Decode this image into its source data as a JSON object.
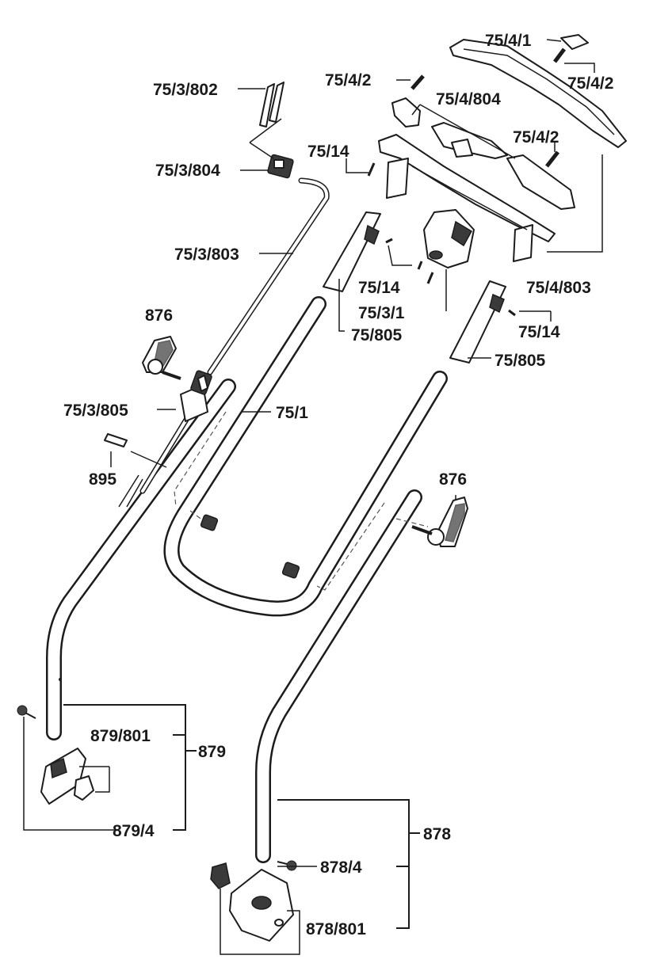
{
  "labels": {
    "p75_4_1": "75/4/1",
    "p75_4_2_a": "75/4/2",
    "p75_4_2_b": "75/4/2",
    "p75_4_2_c": "75/4/2",
    "p75_3_802": "75/3/802",
    "p75_4_804": "75/4/804",
    "p75_14_a": "75/14",
    "p75_3_804": "75/3/804",
    "p75_3_803": "75/3/803",
    "p75_4_803": "75/4/803",
    "p75_14_b": "75/14",
    "p75_3_1": "75/3/1",
    "p75_14_c": "75/14",
    "p75_805_a": "75/805",
    "p75_805_b": "75/805",
    "p876_a": "876",
    "p75_3_805": "75/3/805",
    "p75_1": "75/1",
    "p895": "895",
    "p876_b": "876",
    "p879_801": "879/801",
    "p879": "879",
    "p879_4": "879/4",
    "p878": "878",
    "p878_4": "878/4",
    "p878_801": "878/801"
  }
}
